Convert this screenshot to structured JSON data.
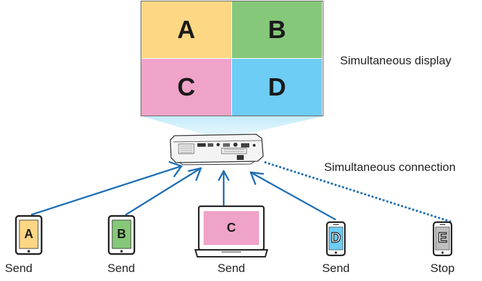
{
  "screen": {
    "quadrants": [
      {
        "letter": "A",
        "color": "#fdd783"
      },
      {
        "letter": "B",
        "color": "#86c879"
      },
      {
        "letter": "C",
        "color": "#f0a3c9"
      },
      {
        "letter": "D",
        "color": "#6dcdf5"
      }
    ]
  },
  "captions": {
    "simultaneous_display": "Simultaneous display",
    "simultaneous_connection": "Simultaneous connection"
  },
  "devices": [
    {
      "type": "tablet",
      "letter": "A",
      "screen_color": "#fdd783",
      "status": "Send",
      "connected": true
    },
    {
      "type": "tablet",
      "letter": "B",
      "screen_color": "#86c879",
      "status": "Send",
      "connected": true
    },
    {
      "type": "laptop",
      "letter": "C",
      "screen_color": "#f0a3c9",
      "status": "Send",
      "connected": true
    },
    {
      "type": "phone",
      "letter": "D",
      "screen_color": "#6dcdf5",
      "status": "Send",
      "connected": true
    },
    {
      "type": "phone",
      "letter": "E",
      "screen_color": "#bfbfbf",
      "status": "Stop",
      "connected": false
    }
  ],
  "colors": {
    "arrow": "#1f6fb5",
    "beam": "#c7ecfa"
  }
}
